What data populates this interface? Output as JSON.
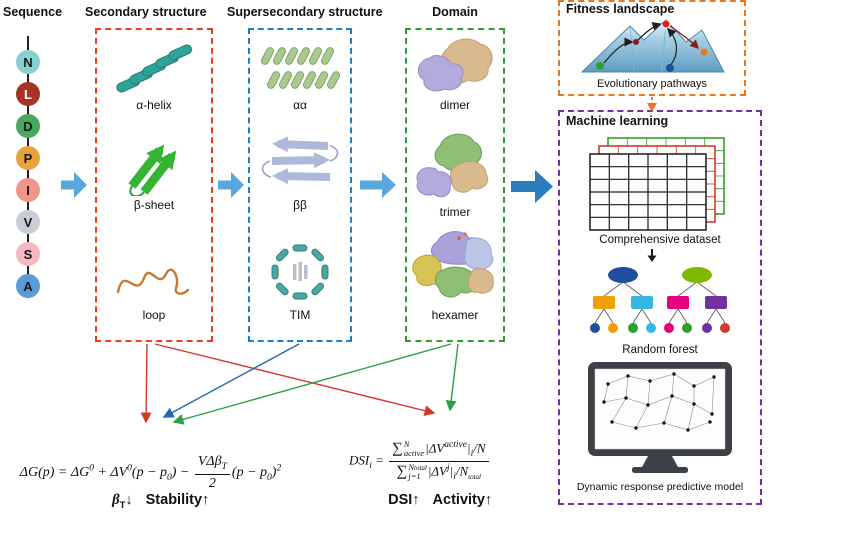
{
  "colors": {
    "secondary_box": "#e8401c",
    "supersecondary_box": "#1f7fc4",
    "domain_box": "#2ca02c",
    "fitness_box": "#e87820",
    "ml_box": "#7030a0",
    "flow_arrow": "#5aa7dd",
    "flow_arrow_dark": "#2b7bbd",
    "link_red": "#d03a2b",
    "link_green": "#2f9e44",
    "link_blue": "#2468b0"
  },
  "headers": {
    "sequence": "Sequence",
    "secondary": "Secondary structure",
    "supersecondary": "Supersecondary structure",
    "domain": "Domain",
    "fitness": "Fitness landscape",
    "ml": "Machine learning"
  },
  "sequence": {
    "residues": [
      {
        "letter": "N",
        "color": "#86d0cf",
        "text": "#15191d"
      },
      {
        "letter": "L",
        "color": "#a93226",
        "text": "#ffffff"
      },
      {
        "letter": "D",
        "color": "#4aa85e",
        "text": "#15191d"
      },
      {
        "letter": "P",
        "color": "#e8a33d",
        "text": "#15191d"
      },
      {
        "letter": "I",
        "color": "#f1948a",
        "text": "#15191d"
      },
      {
        "letter": "V",
        "color": "#c9cdd5",
        "text": "#15191d"
      },
      {
        "letter": "S",
        "color": "#f5b7c0",
        "text": "#15191d"
      },
      {
        "letter": "A",
        "color": "#5b9bd5",
        "text": "#15191d"
      }
    ]
  },
  "secondary": {
    "labels": [
      "α-helix",
      "β-sheet",
      "loop"
    ]
  },
  "supersecondary": {
    "labels": [
      "αα",
      "ββ",
      "TIM"
    ]
  },
  "domain": {
    "labels": [
      "dimer",
      "trimer",
      "hexamer"
    ]
  },
  "fitness": {
    "caption": "Evolutionary pathways"
  },
  "ml": {
    "dataset_caption": "Comprehensive dataset",
    "forest_caption": "Random forest",
    "model_caption": "Dynamic response predictive model"
  },
  "formulas": {
    "gibbs": {
      "p1": "ΔG(p) = ΔG",
      "s1": "0",
      "p2": " + ΔV",
      "s2": "0",
      "p3": "(p − p",
      "b1": "0",
      "p4": ") − ",
      "num": "VΔβ",
      "num_sub": "T",
      "den": "2",
      "p5": "(p − p",
      "b2": "0",
      "p6": ")",
      "s3": "2"
    },
    "stability": {
      "beta": "β",
      "beta_sub": "T",
      "down": "↓",
      "label": "Stability↑"
    },
    "dsi": {
      "lhs": "DSI",
      "lhs_sub": "i",
      "eq": " = ",
      "num_sigma": "∑",
      "num_sigma_sup": "N",
      "num_sigma_sub": "active",
      "num_body": "|ΔV",
      "num_body_sup": "active",
      "num_bar": "|",
      "num_bar_sub": "i",
      "num_tail": "/N",
      "den_sigma": "∑",
      "den_sigma_sup": "N",
      "den_sigma_sup_sub": "total",
      "den_sigma_sub": "j=1",
      "den_body": "|ΔV",
      "den_body_sup": "j",
      "den_bar": "|",
      "den_bar_sub": "i",
      "den_tail": "/N",
      "den_tail_sub": "total"
    },
    "activity": {
      "dsi": "DSI↑",
      "label": "Activity↑"
    }
  }
}
